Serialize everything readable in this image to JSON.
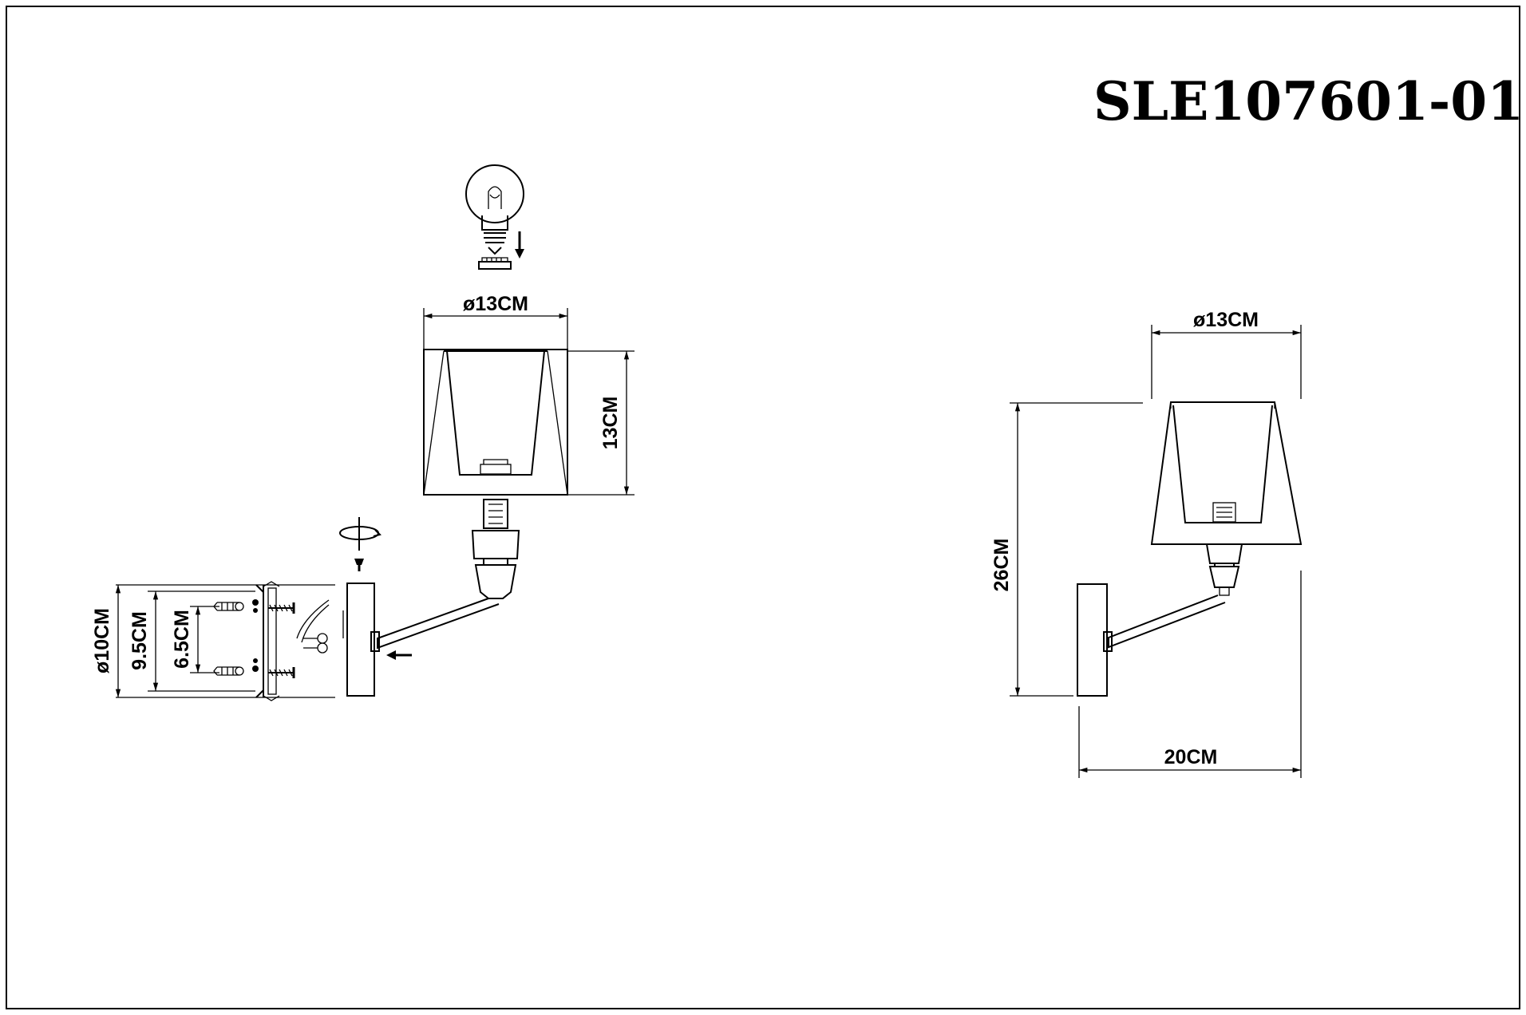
{
  "model": "SLE107601-01",
  "left_view": {
    "shade_diameter": "ø13CM",
    "shade_height": "13CM",
    "plate_diameter": "ø10CM",
    "hole_spacing_outer": "9.5CM",
    "hole_spacing_inner": "6.5CM"
  },
  "right_view": {
    "shade_diameter": "ø13CM",
    "total_height": "26CM",
    "projection": "20CM"
  },
  "icons": [
    "bulb-icon",
    "down-arrow-icon",
    "rotate-icon",
    "screw-icon",
    "left-arrow-icon"
  ]
}
